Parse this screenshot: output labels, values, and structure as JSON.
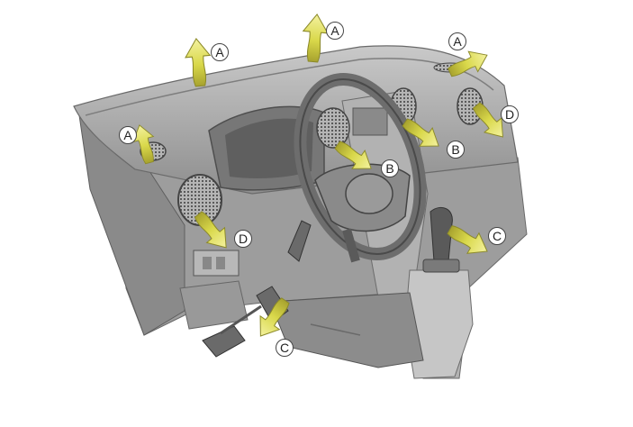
{
  "labels": {
    "a": "A",
    "b": "B",
    "c": "C",
    "d": "D"
  },
  "colors": {
    "airflow_arrow": "#d6d64a",
    "dashboard": "#a8a8a8",
    "background": "#ffffff"
  },
  "icons": {
    "arrow": "airflow-arrow-icon",
    "vent": "air-vent-icon"
  }
}
